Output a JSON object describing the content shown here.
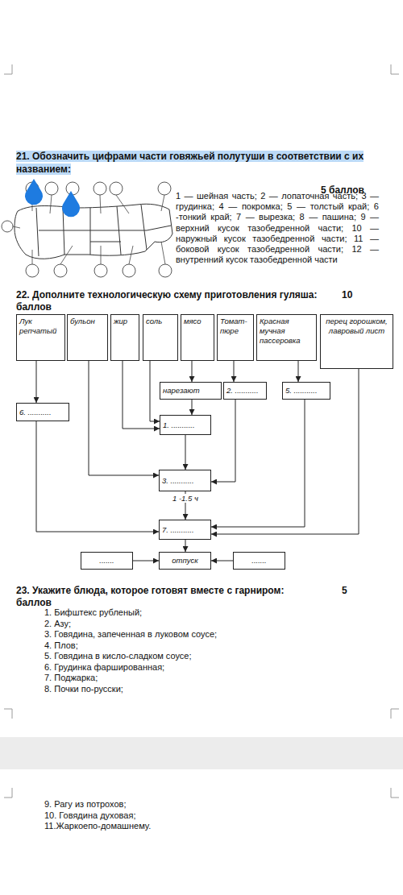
{
  "diagram": {
    "nodes": [
      {
        "text": [
          "Лук репчатый"
        ]
      },
      {
        "text": [
          "бульон"
        ]
      },
      {
        "text": [
          "жир"
        ]
      },
      {
        "text": [
          "соль"
        ]
      },
      {
        "text": [
          "мясо"
        ]
      },
      {
        "text": [
          "Томат-пюре"
        ]
      },
      {
        "text": [
          "Красная мучная пассеровка"
        ]
      },
      {
        "text": [
          "перец горошком, лавровый лист"
        ]
      },
      {
        "text": [
          "нарезают"
        ]
      },
      {
        "text": [
          "2. ..........."
        ]
      },
      {
        "text": [
          "5. ..........."
        ]
      },
      {
        "text": [
          "6. ..........."
        ]
      },
      {
        "text": [
          "1. ..........."
        ]
      },
      {
        "text": [
          "3. ..........."
        ]
      },
      {
        "text": [
          "7. ..........."
        ]
      },
      {
        "text": [
          "......."
        ]
      },
      {
        "text": [
          "отпуск"
        ]
      },
      {
        "text": [
          "......."
        ]
      }
    ],
    "edges": [
      {
        "from": 0,
        "to": 11,
        "arrow": "to"
      },
      {
        "from": 4,
        "to": 8,
        "arrow": "to"
      },
      {
        "from": 5,
        "to": 9,
        "arrow": "to"
      },
      {
        "from": 6,
        "to": 10,
        "arrow": "to"
      },
      {
        "from": 8,
        "to": 12,
        "arrow": "to"
      },
      {
        "from": 2,
        "to": 12,
        "arrow": "to"
      },
      {
        "from": 3,
        "to": 12,
        "arrow": "to"
      },
      {
        "from": 1,
        "to": 13,
        "arrow": "to"
      },
      {
        "from": 12,
        "to": 13,
        "arrow": "to"
      },
      {
        "from": 9,
        "to": 13,
        "arrow": "to"
      },
      {
        "from": 13,
        "to": 14,
        "label": "1 -1.5 ч",
        "arrow": "to"
      },
      {
        "from": 11,
        "to": 14,
        "arrow": "to"
      },
      {
        "from": 10,
        "to": 14,
        "arrow": "to"
      },
      {
        "from": 7,
        "to": 14,
        "arrow": "to"
      },
      {
        "from": 14,
        "to": 16,
        "arrow": "to"
      },
      {
        "from": 15,
        "to": 16,
        "arrow": "to"
      },
      {
        "from": 17,
        "to": 16,
        "arrow": "to"
      }
    ],
    "labels": [
      "21. Обозначить цифрами части говяжьей полутуши в соответствии с их названием:",
      "5 баллов",
      "1 — шейная часть; 2 — лопаточная часть; 3 — грудинка; 4 — покромка; 5 — толстый край; 6 -тонкий край; 7 — вырезка; 8 — пашина; 9 — верхний кусок тазобедренной части; 10 — наружный кусок тазобедренной части; 11 — боковой кусок тазобедренной части; 12 — внутренний кусок тазобедренной части",
      "22. Дополните технологическую схему приготовления гуляша:",
      "10",
      "баллов",
      "23. Укажите блюда, которое готовят вместе с гарниром:",
      "5",
      "баллов",
      "1. Бифштекс рубленый;",
      "2. Азу;",
      "3. Говядина, запеченная в луковом соусе;",
      "4. Плов;",
      "5. Говядина в кисло-сладком соусе;",
      "6. Грудинка фаршированная;",
      "7. Поджарка;",
      "8. Почки по-русски;",
      "9. Рагу из потрохов;",
      "10. Говядина духовая;",
      "11.Жаркоепо-домашнему."
    ]
  }
}
